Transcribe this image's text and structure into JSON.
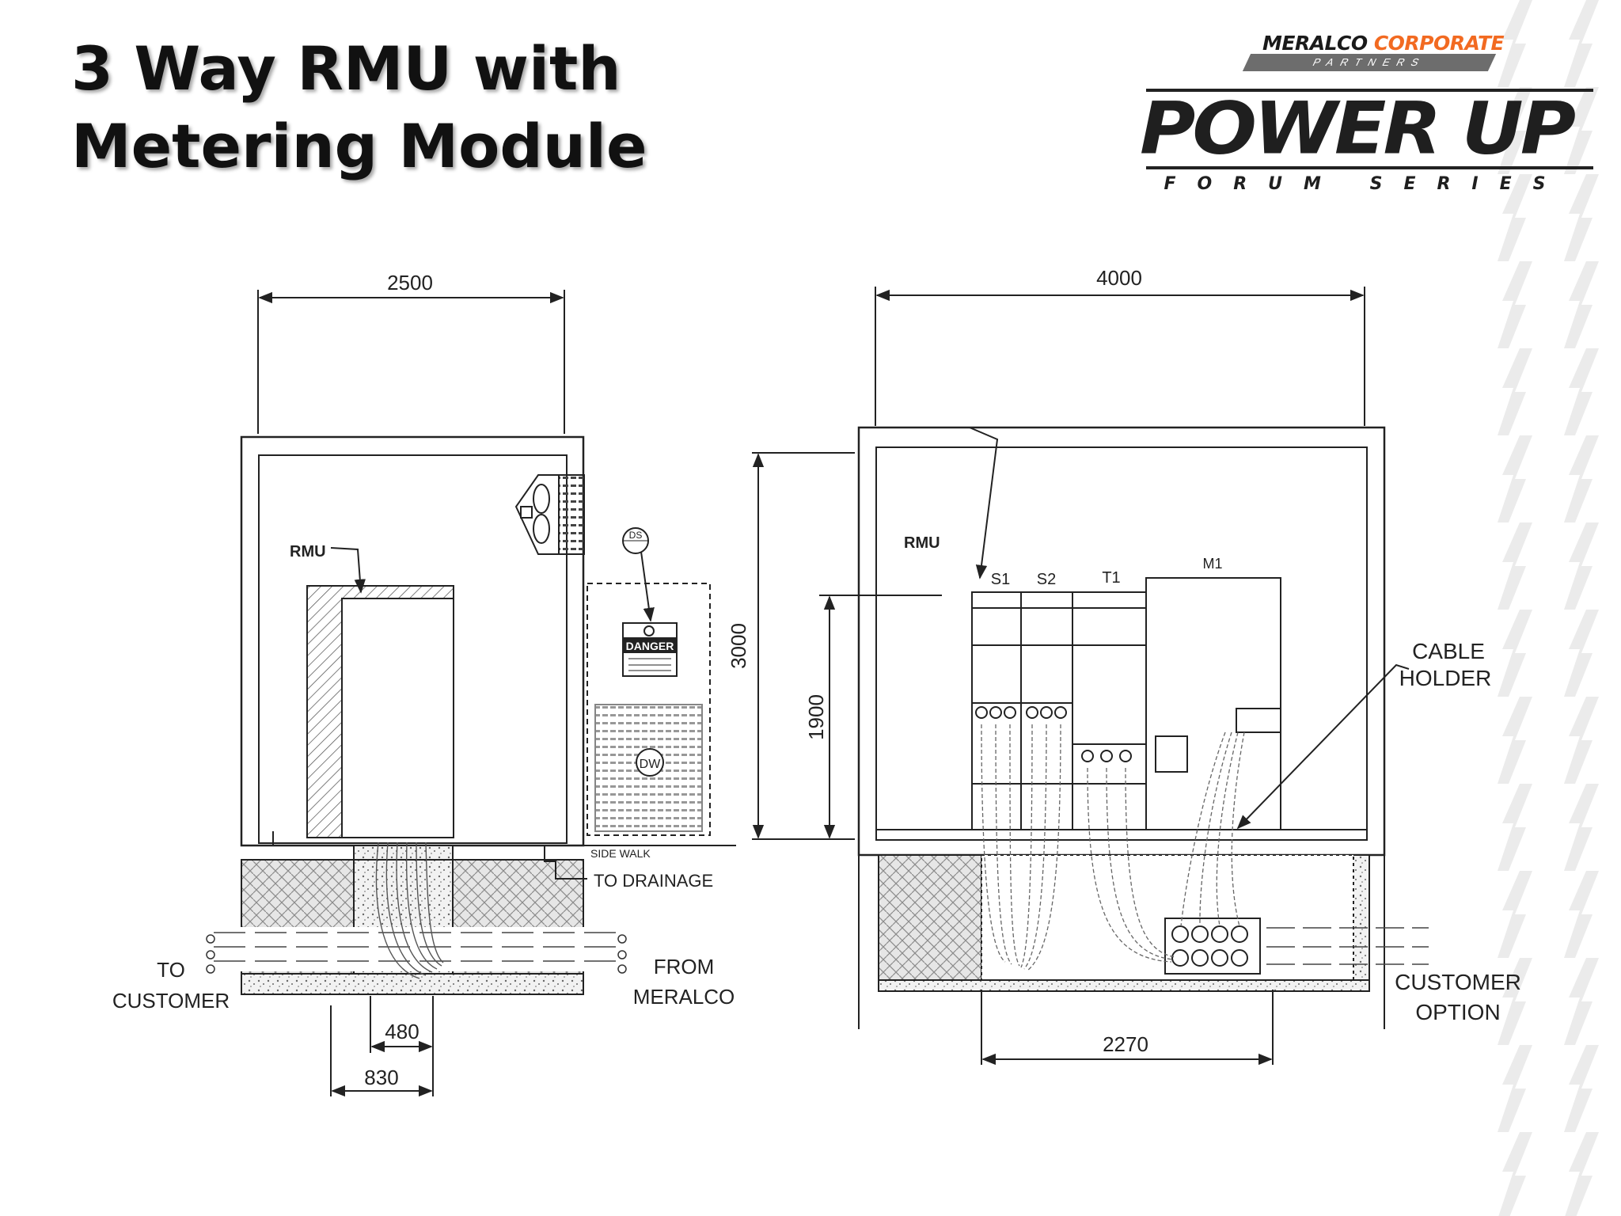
{
  "title_line1": "3 Way RMU with",
  "title_line2": "Metering Module",
  "logo": {
    "brand_part1": "MERALCO",
    "brand_part2": "CORPORATE",
    "partners": "PARTNERS",
    "main": "POWER UP",
    "sub": "FORUM SERIES",
    "accent_color": "#f26a21"
  },
  "left_view": {
    "dim_width": "2500",
    "dim_bottom_inner": "480",
    "dim_bottom_outer": "830",
    "rmu_label": "RMU",
    "danger_sign": "DANGER",
    "ds_tag": "DS",
    "dw_tag": "DW",
    "side_walk": "SIDE WALK",
    "to_drainage": "TO DRAINAGE",
    "to_customer_1": "TO",
    "to_customer_2": "CUSTOMER",
    "from_meralco_1": "FROM",
    "from_meralco_2": "MERALCO"
  },
  "right_view": {
    "dim_width": "4000",
    "dim_height_total": "3000",
    "dim_height_rmu": "1900",
    "dim_bottom": "2270",
    "rmu_label": "RMU",
    "panels": [
      "S1",
      "S2",
      "T1",
      "M1"
    ],
    "cable_holder_1": "CABLE",
    "cable_holder_2": "HOLDER",
    "customer_option_1": "CUSTOMER",
    "customer_option_2": "OPTION"
  }
}
